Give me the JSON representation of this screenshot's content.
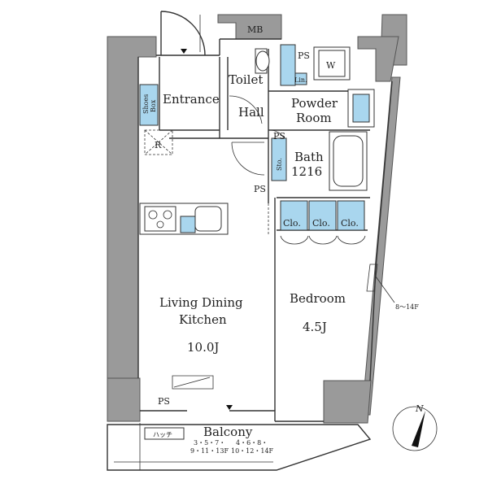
{
  "labels": {
    "mb": "MB",
    "ps_top": "PS",
    "w": "W",
    "lin": "Lin.",
    "toilet": "Toilet",
    "entrance": "Entrance",
    "shoes_box_1": "Shoes",
    "shoes_box_2": "Box",
    "hall": "Hall",
    "powder_room_1": "Powder",
    "powder_room_2": "Room",
    "ps_bath": "PS",
    "bath_1": "Bath",
    "bath_2": "1216",
    "sto": "Sto.",
    "refrigerator": "R",
    "ps_mid": "PS",
    "clo_1": "Clo.",
    "clo_2": "Clo.",
    "clo_3": "Clo.",
    "ldk_1": "Living Dining",
    "ldk_2": "Kitchen",
    "ldk_size": "10.0J",
    "bedroom": "Bedroom",
    "bedroom_size": "4.5J",
    "floors_note": "8～14F",
    "ps_bottom": "PS",
    "balcony": "Balcony",
    "hatch": "ハッチ",
    "balcony_floors_1a": "3・5・7・",
    "balcony_floors_1b": "9・11・13F",
    "balcony_floors_2a": "4・6・8・",
    "balcony_floors_2b": "10・12・14F",
    "north": "N"
  },
  "colors": {
    "wall": "#9a9a9a",
    "fixture_blue": "#a9d6ee"
  }
}
